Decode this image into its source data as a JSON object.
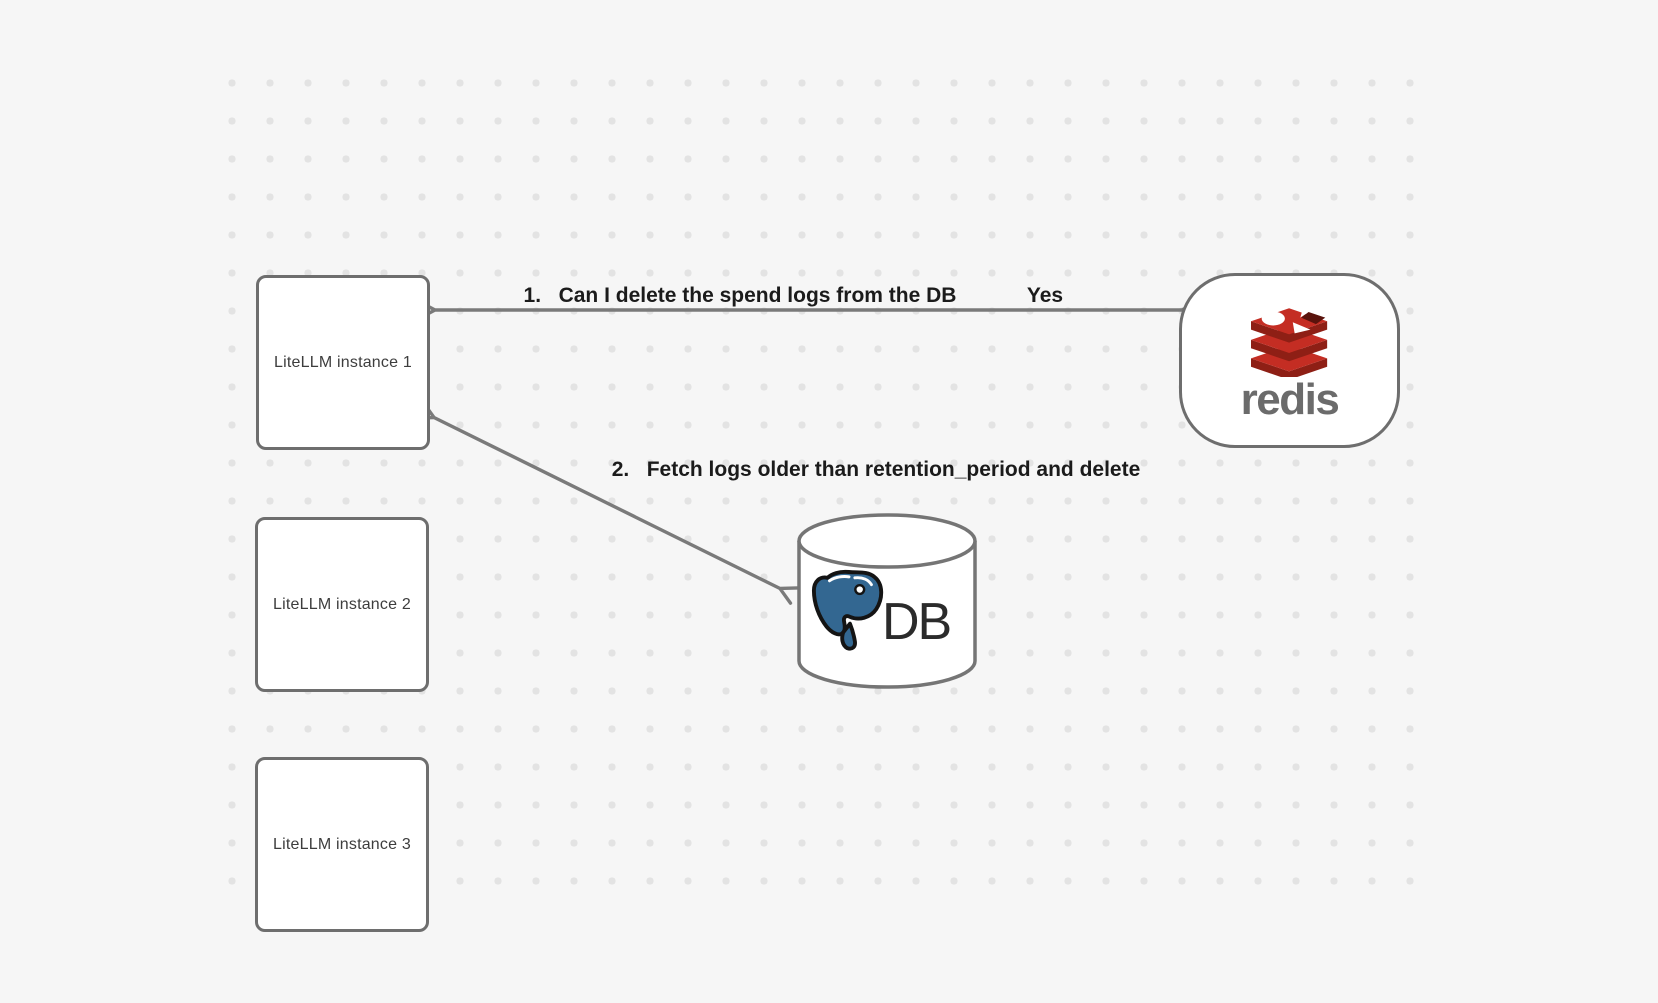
{
  "canvas": {
    "background_color": "#f6f6f6",
    "dot_color": "#e3e3e3"
  },
  "nodes": {
    "instance1": {
      "label": "LiteLLM instance 1"
    },
    "instance2": {
      "label": "LiteLLM instance 2"
    },
    "instance3": {
      "label": "LiteLLM instance 3"
    },
    "redis": {
      "wordmark": "redis"
    },
    "db": {
      "label": "DB"
    }
  },
  "edges": {
    "redis_query": {
      "label": "1.   Can I delete the spend logs from the DB",
      "response": "Yes"
    },
    "db_fetch": {
      "label": "2.   Fetch logs older than retention_period and delete"
    }
  },
  "colors": {
    "node_border": "#6e6e6e",
    "node_fill": "#ffffff",
    "node_text": "#3d3d3d",
    "arrow": "#7a7a7a",
    "edge_label_text": "#1b1b1b",
    "redis_red": "#c42d23",
    "redis_red_dark": "#8e1f15",
    "redis_cube_dark": "#5a130c",
    "redis_wordmark": "#6b6b6b",
    "postgres_blue": "#336791",
    "db_text": "#2b2b2b"
  }
}
